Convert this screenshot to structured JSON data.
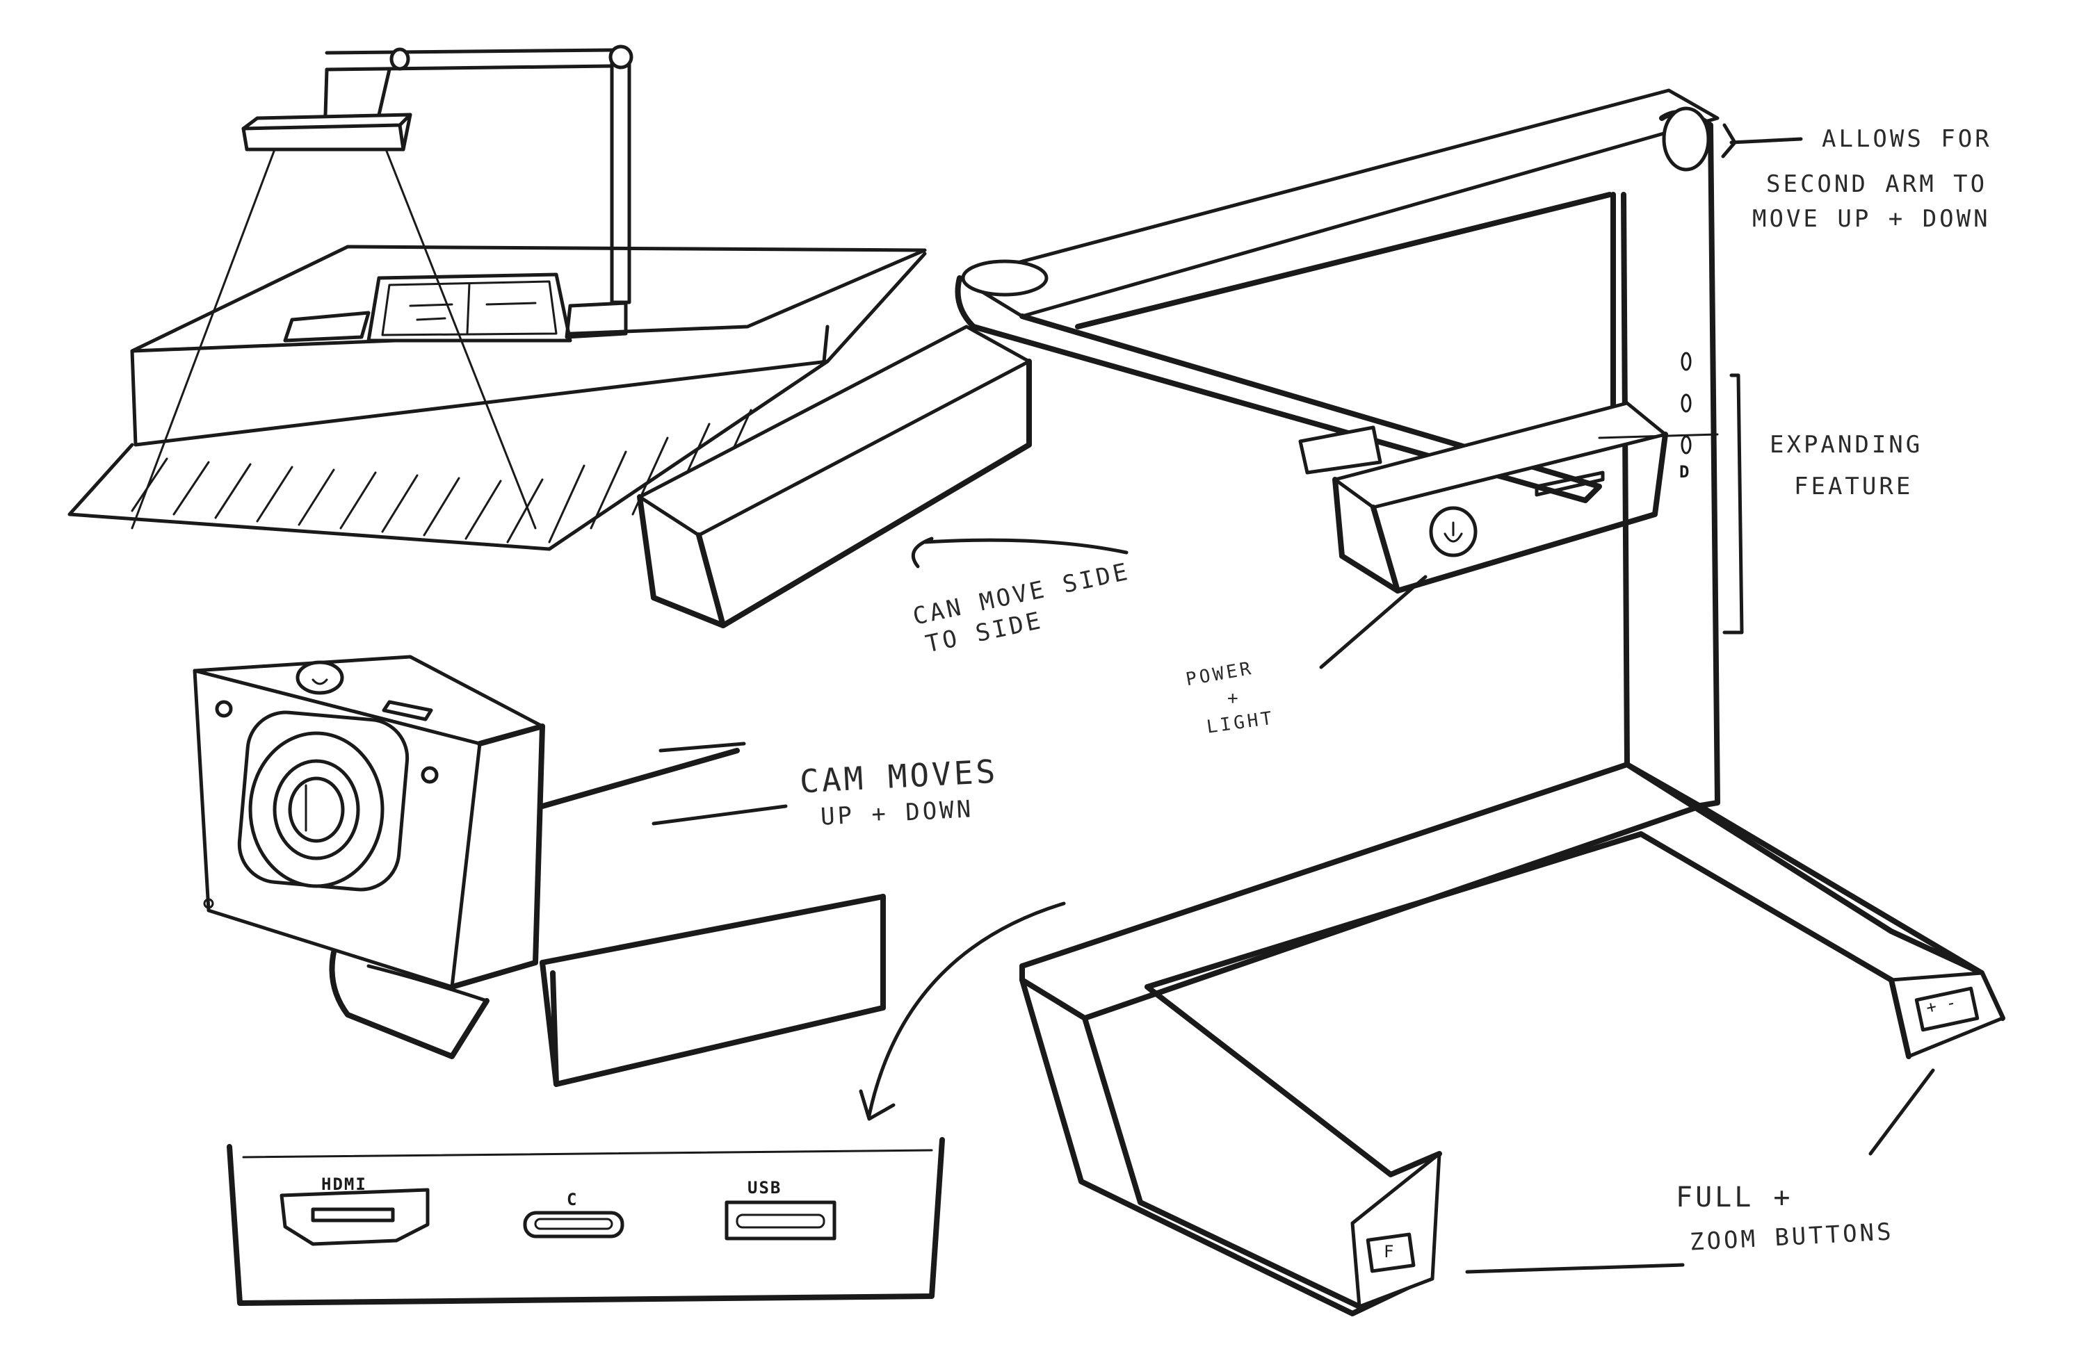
{
  "annotations": {
    "allows_for": [
      "ALLOWS FOR",
      "SECOND ARM TO",
      "MOVE UP + DOWN"
    ],
    "expanding_feature": [
      "EXPANDING",
      "FEATURE"
    ],
    "can_move_side": [
      "CAN MOVE SIDE",
      "TO SIDE"
    ],
    "power_light": [
      "POWER",
      "+",
      "LIGHT"
    ],
    "cam_moves": [
      "CAM MOVES",
      "UP + DOWN"
    ],
    "full_zoom": [
      "FULL +",
      "ZOOM  BUTTONS"
    ]
  },
  "ports": {
    "hdmi": "HDMI",
    "usb_c": "C",
    "usb": "USB"
  },
  "buttons": {
    "plus_minus": "+  -",
    "full": "F",
    "arm_mark": "D"
  },
  "colors": {
    "ink": "#1a1a1a",
    "paper": "#ffffff"
  }
}
